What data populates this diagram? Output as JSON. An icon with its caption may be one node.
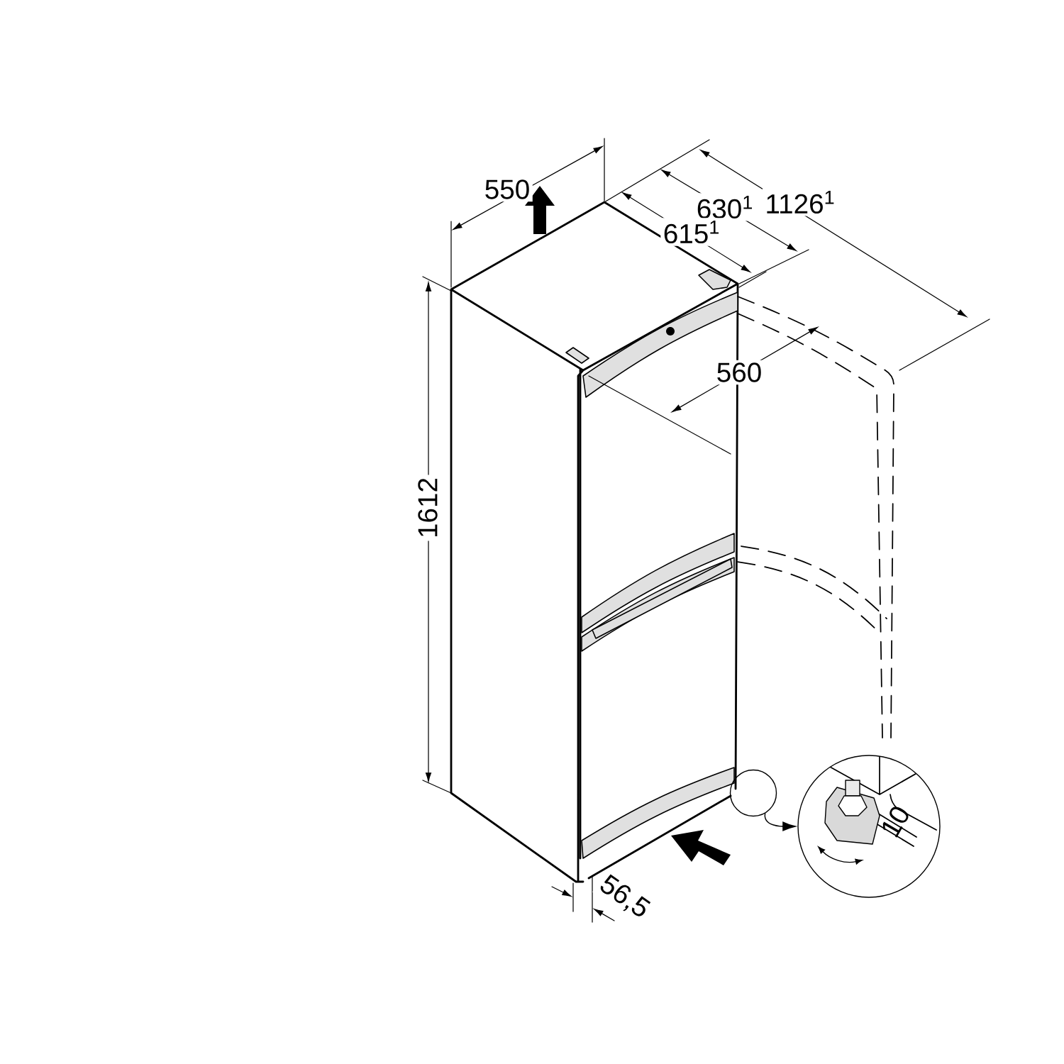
{
  "diagram": {
    "nodes": [
      {
        "text": [],
        "shape": "circle"
      },
      {
        "text": [],
        "shape": "circle"
      }
    ],
    "edges": [
      {
        "from": 0,
        "to": 1,
        "arrow": "to"
      }
    ],
    "labels": [
      "550",
      "630$^{1}$",
      "1126$^{1}$",
      "615$^{1}$",
      "560",
      "1612",
      "10",
      "56,5"
    ]
  }
}
